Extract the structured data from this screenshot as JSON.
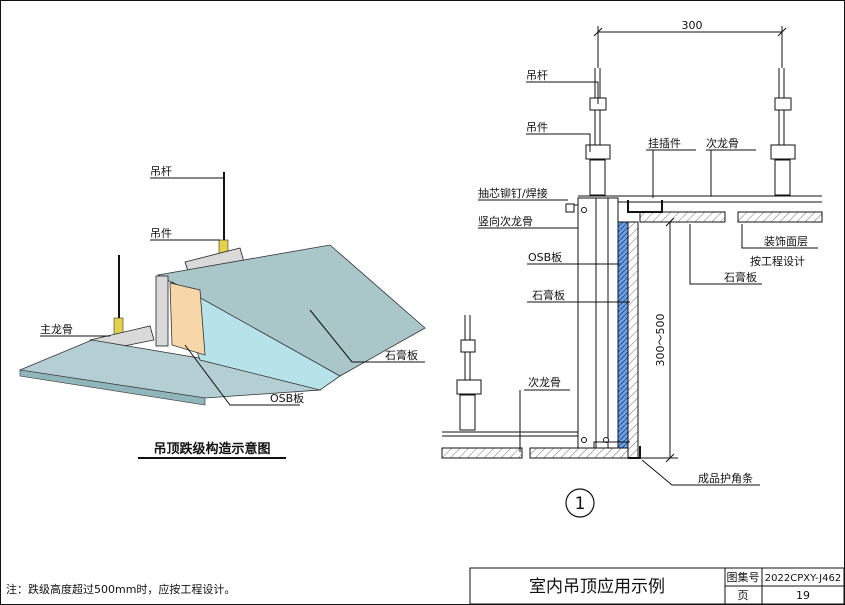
{
  "left_view": {
    "title": "吊顶跌级构造示意图",
    "labels": {
      "hanger_rod": "吊杆",
      "hanger": "吊件",
      "main_keel": "主龙骨",
      "gypsum_board": "石膏板",
      "osb_board": "OSB板"
    }
  },
  "section_view": {
    "dim_top": "300",
    "dim_height": "300～500",
    "detail_number": "1",
    "labels": {
      "hanger_rod": "吊杆",
      "hanger": "吊件",
      "clip": "挂插件",
      "secondary_keel_top": "次龙骨",
      "rivet_weld": "抽芯铆钉/焊接",
      "vertical_keel": "竖向次龙骨",
      "finish_layer": "装饰面层",
      "finish_note": "按工程设计",
      "osb_board": "OSB板",
      "gypsum_board_left": "石膏板",
      "gypsum_board_right": "石膏板",
      "secondary_keel_bottom": "次龙骨",
      "corner_bead": "成品护角条"
    }
  },
  "note": "注：跌级高度超过500mm时，应按工程设计。",
  "title_block": {
    "drawing_title": "室内吊顶应用示例",
    "atlas_label": "图集号",
    "atlas_number": "2022CPXY-J462",
    "page_label": "页",
    "page_number": "19"
  },
  "colors": {
    "gypsum": "#9fcbd1",
    "gypsum_light": "#b6e3ea",
    "osb": "#f7d7a8",
    "steel": "#d9d9d9",
    "insulation": "#6aa3e0"
  }
}
